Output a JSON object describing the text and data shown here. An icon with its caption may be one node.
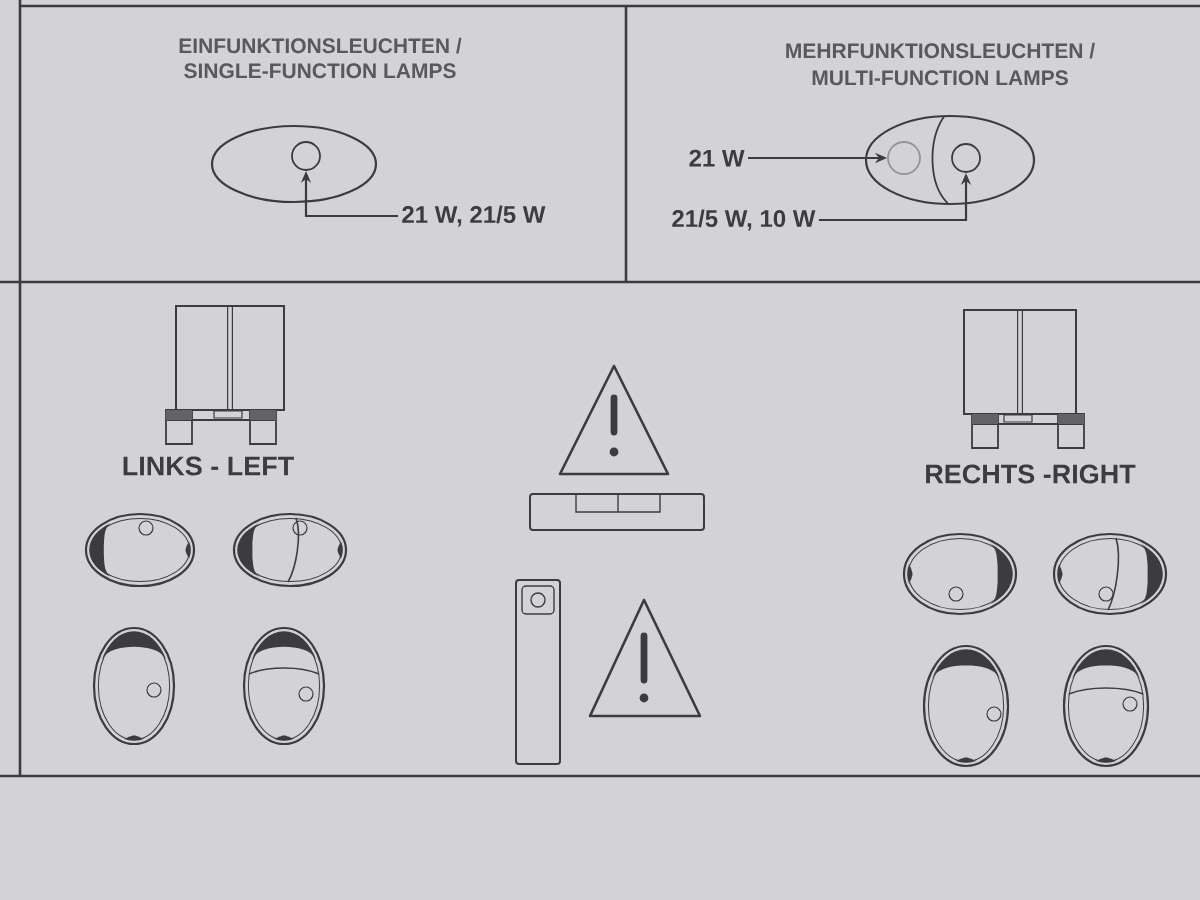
{
  "diagram": {
    "nodes": [
      {
        "text": [
          "21 W, 21/5 W"
        ]
      },
      {
        "text": [],
        "shape": "circle"
      },
      {
        "text": [
          "21 W"
        ]
      },
      {
        "text": [],
        "shape": "circle"
      },
      {
        "text": [
          "21/5 W, 10 W"
        ]
      },
      {
        "text": [],
        "shape": "circle"
      }
    ],
    "edges": [
      {
        "from": 0,
        "to": 1,
        "arrow": "to"
      },
      {
        "from": 2,
        "to": 3,
        "arrow": "to"
      },
      {
        "from": 4,
        "to": 5,
        "arrow": "to"
      }
    ],
    "labels": [
      "EINFUNKTIONSLEUCHTEN / SINGLE-FUNCTION LAMPS",
      "MEHRFUNKTIONSLEUCHTEN / MULTI-FUNCTION LAMPS",
      "LINKS - LEFT",
      "RECHTS -RIGHT"
    ]
  }
}
